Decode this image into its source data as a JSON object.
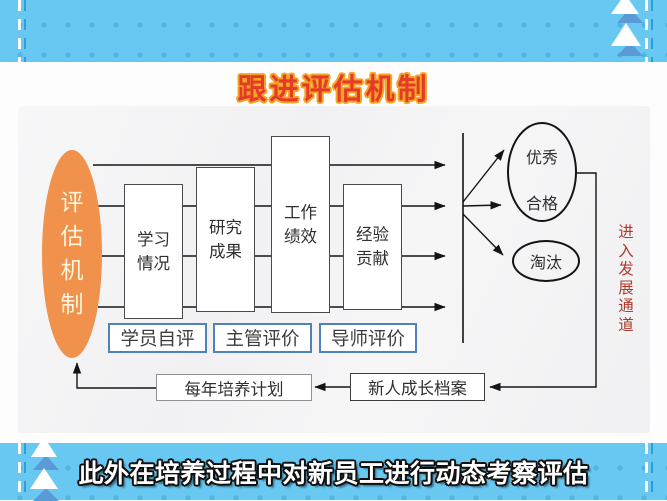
{
  "title": "跟进评估机制",
  "banner": {
    "text": "此外在培养过程中对新员工进行动态考察评估"
  },
  "diagram": {
    "source_label": "评估机制",
    "criteria": [
      {
        "label": "学习情况"
      },
      {
        "label": "研究成果"
      },
      {
        "label": "工作绩效"
      },
      {
        "label": "经验贡献"
      }
    ],
    "evaluators": [
      {
        "label": "学员自评"
      },
      {
        "label": "主管评价"
      },
      {
        "label": "导师评价"
      }
    ],
    "outcomes": {
      "excellent": "优秀",
      "qualified": "合格",
      "eliminated": "淘汰"
    },
    "side_note": "进入发展通道",
    "feedback": {
      "plan": "每年培养计划",
      "archive": "新人成长档案"
    }
  },
  "colors": {
    "band_blue": "#68c8f1",
    "deco_triangle_blue": "#5b9bd5",
    "accent_orange": "#f0914c",
    "title_red": "#e33b28",
    "title_outline_orange": "#f6a426",
    "side_note_red": "#b03a2e",
    "evaluator_border_blue": "#4f81bd"
  }
}
